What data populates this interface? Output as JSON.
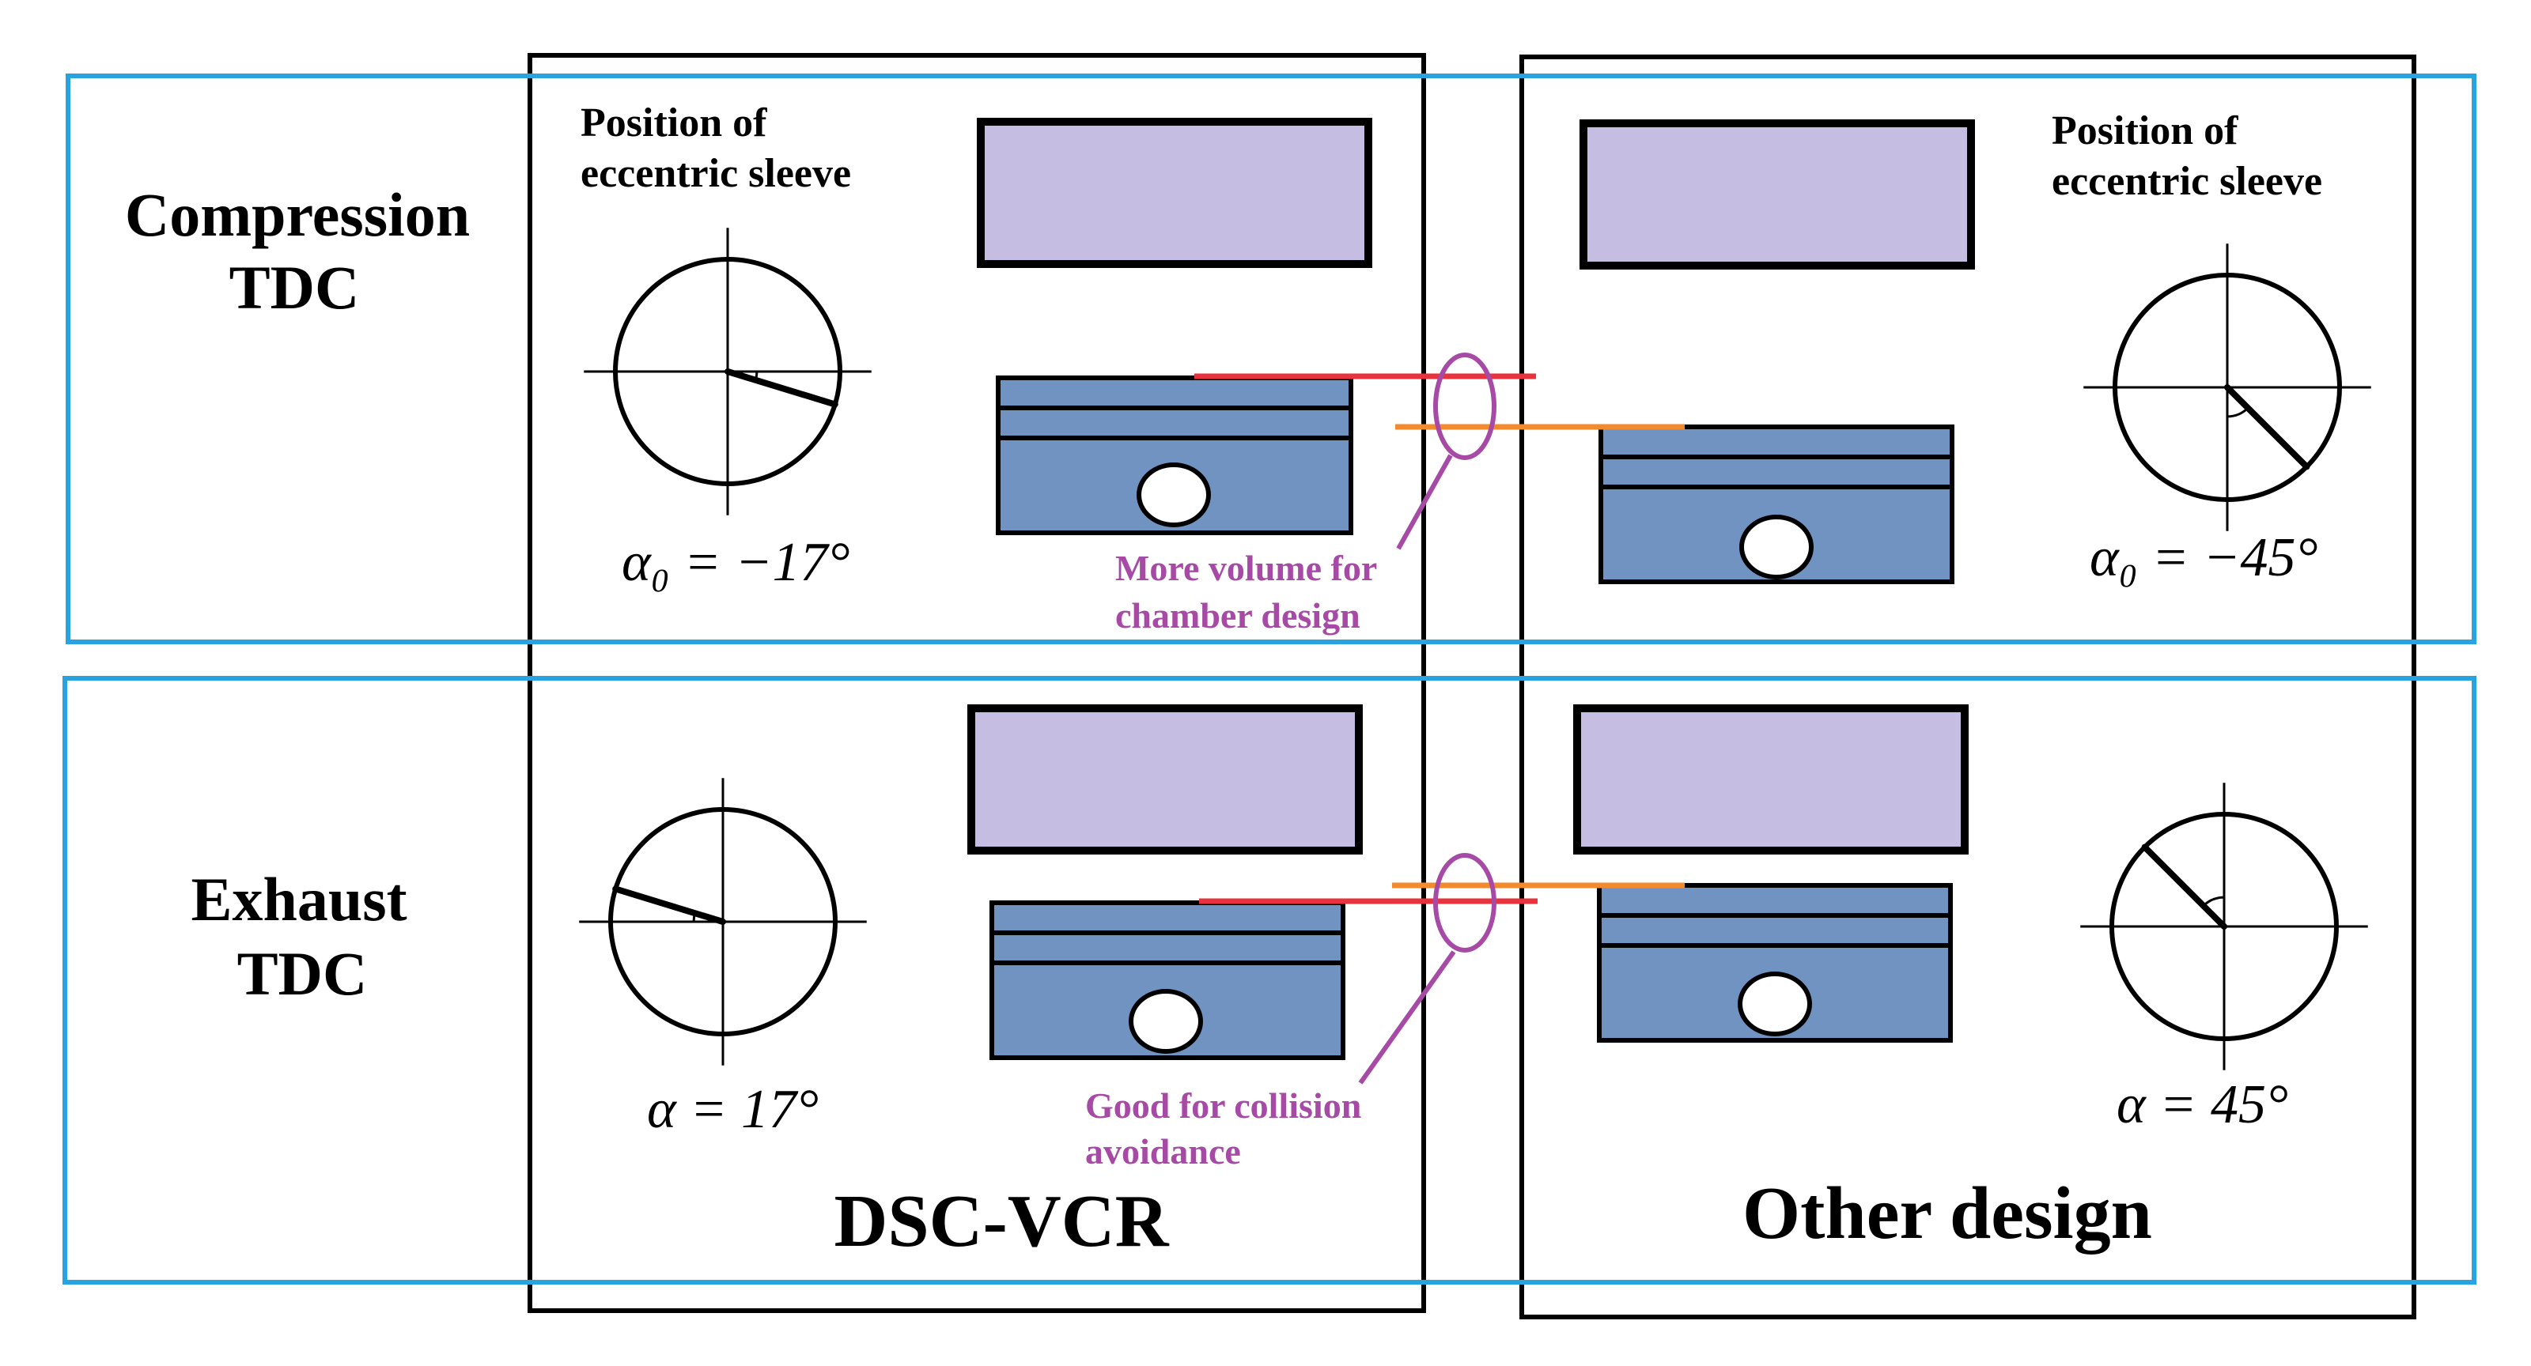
{
  "rows": {
    "compression": {
      "line1": "Compression",
      "line2": "TDC"
    },
    "exhaust": {
      "line1": "Exhaust",
      "line2": "TDC"
    }
  },
  "columns": {
    "dsc": {
      "title": "DSC-VCR"
    },
    "other": {
      "title": "Other design"
    }
  },
  "sleeve_label": {
    "line1": "Position of",
    "line2": "eccentric sleeve"
  },
  "angles": {
    "dsc_compression": "α₀ = −17°",
    "other_compression": "α₀ = −45°",
    "dsc_exhaust": "α = 17°",
    "other_exhaust": "α = 45°"
  },
  "sleeve_angles_deg": {
    "dsc_compression": -17,
    "other_compression": -45,
    "dsc_exhaust": 17,
    "other_exhaust": 45
  },
  "notes": {
    "volume": {
      "line1": "More volume for",
      "line2": "chamber design"
    },
    "collision": {
      "line1": "Good for collision",
      "line2": "avoidance"
    }
  },
  "colors": {
    "row_frame": "#29a3e0",
    "chamber": "#c5bde2",
    "piston": "#7093c2",
    "red_level": "#e8323c",
    "orange_level": "#f48a2e",
    "annotation": "#a64aa6",
    "stroke": "#000000"
  }
}
